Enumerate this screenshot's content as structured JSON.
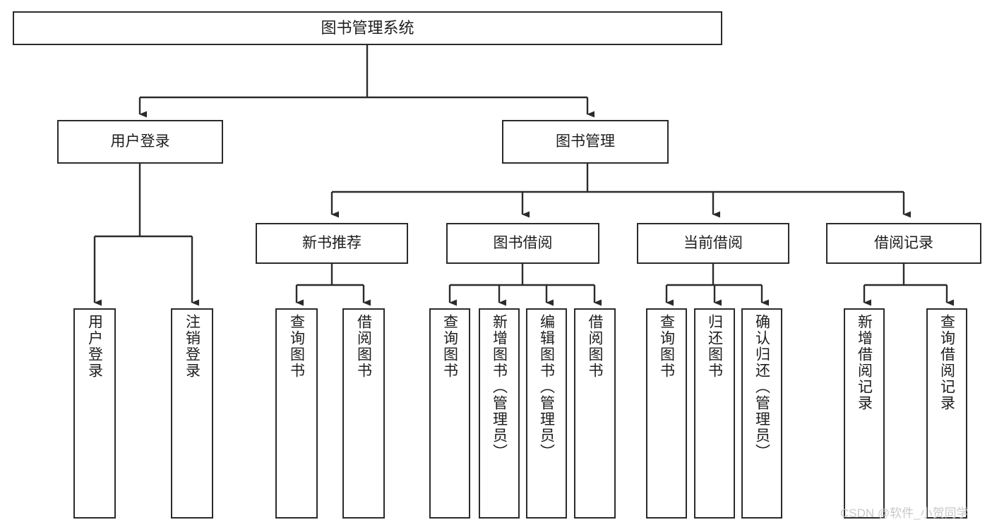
{
  "diagram": {
    "title": "图书管理系统",
    "type": "tree-hierarchy",
    "root": {
      "id": "root",
      "label": "图书管理系统",
      "orientation": "horizontal"
    },
    "level2": [
      {
        "id": "user-login",
        "label": "用户登录",
        "orientation": "horizontal"
      },
      {
        "id": "book-manage",
        "label": "图书管理",
        "orientation": "horizontal"
      }
    ],
    "level3": [
      {
        "id": "new-book-recommend",
        "label": "新书推荐",
        "orientation": "horizontal",
        "parent": "book-manage"
      },
      {
        "id": "book-borrow",
        "label": "图书借阅",
        "orientation": "horizontal",
        "parent": "book-manage"
      },
      {
        "id": "current-borrow",
        "label": "当前借阅",
        "orientation": "horizontal",
        "parent": "book-manage"
      },
      {
        "id": "borrow-record",
        "label": "借阅记录",
        "orientation": "horizontal",
        "parent": "book-manage"
      }
    ],
    "leaves": [
      {
        "id": "leaf-user-login",
        "label": "用户登录",
        "parent": "user-login"
      },
      {
        "id": "leaf-logout",
        "label": "注销登录",
        "parent": "user-login"
      },
      {
        "id": "leaf-query-book-1",
        "label": "查询图书",
        "parent": "new-book-recommend"
      },
      {
        "id": "leaf-borrow-book-1",
        "label": "借阅图书",
        "parent": "new-book-recommend"
      },
      {
        "id": "leaf-query-book-2",
        "label": "查询图书",
        "parent": "book-borrow"
      },
      {
        "id": "leaf-add-book",
        "label": "新增图书（管理员）",
        "parent": "book-borrow"
      },
      {
        "id": "leaf-edit-book",
        "label": "编辑图书（管理员）",
        "parent": "book-borrow"
      },
      {
        "id": "leaf-borrow-book-2",
        "label": "借阅图书",
        "parent": "book-borrow"
      },
      {
        "id": "leaf-query-book-3",
        "label": "查询图书",
        "parent": "current-borrow"
      },
      {
        "id": "leaf-return-book",
        "label": "归还图书",
        "parent": "current-borrow"
      },
      {
        "id": "leaf-confirm-return",
        "label": "确认归还（管理员）",
        "parent": "current-borrow"
      },
      {
        "id": "leaf-add-record",
        "label": "新增借阅记录",
        "parent": "borrow-record"
      },
      {
        "id": "leaf-query-record",
        "label": "查询借阅记录",
        "parent": "borrow-record"
      }
    ],
    "watermark": "CSDN @软件_小贺同学",
    "colors": {
      "stroke": "#2b2b2b",
      "fill": "#ffffff",
      "text": "#1d1d1d",
      "watermark": "#c9c9c9"
    }
  }
}
